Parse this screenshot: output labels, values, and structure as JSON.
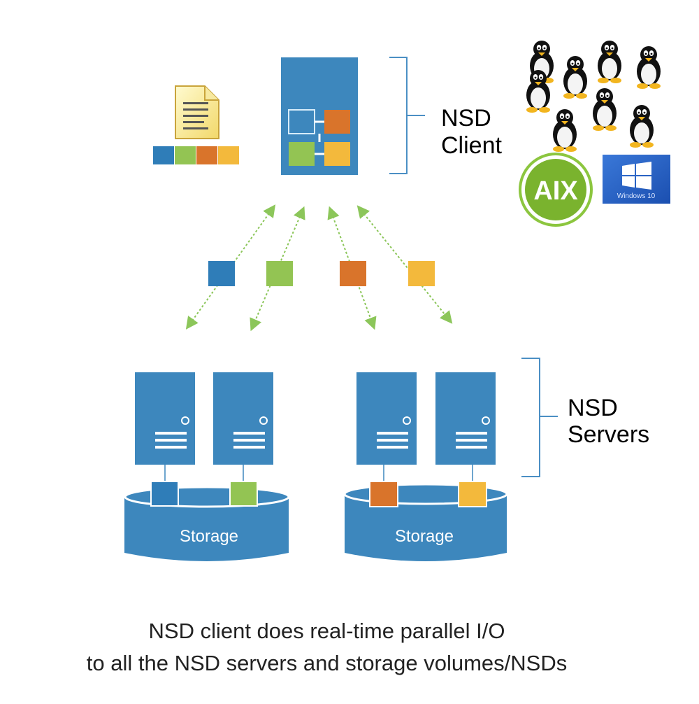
{
  "labels": {
    "client_line1": "NSD",
    "client_line2": "Client",
    "servers_line1": "NSD",
    "servers_line2": "Servers",
    "storage_left": "Storage",
    "storage_right": "Storage",
    "aix_logo_text": "AIX",
    "windows_logo_text": "Windows 10"
  },
  "caption": {
    "line1": "NSD client does real-time parallel I/O",
    "line2": "to all the NSD servers and storage volumes/NSDs"
  },
  "colors": {
    "server_blue": "#3d87bd",
    "block_blue": "#2f7db8",
    "block_green": "#93c453",
    "block_orange": "#d9742b",
    "block_yellow": "#f3b93c",
    "arrow_green": "#8cc65a",
    "bracket": "#4b8fc4"
  },
  "icons": {
    "document": "document-icon",
    "penguins": "linux-penguin-icon",
    "aix": "aix-logo",
    "windows": "windows-logo"
  }
}
